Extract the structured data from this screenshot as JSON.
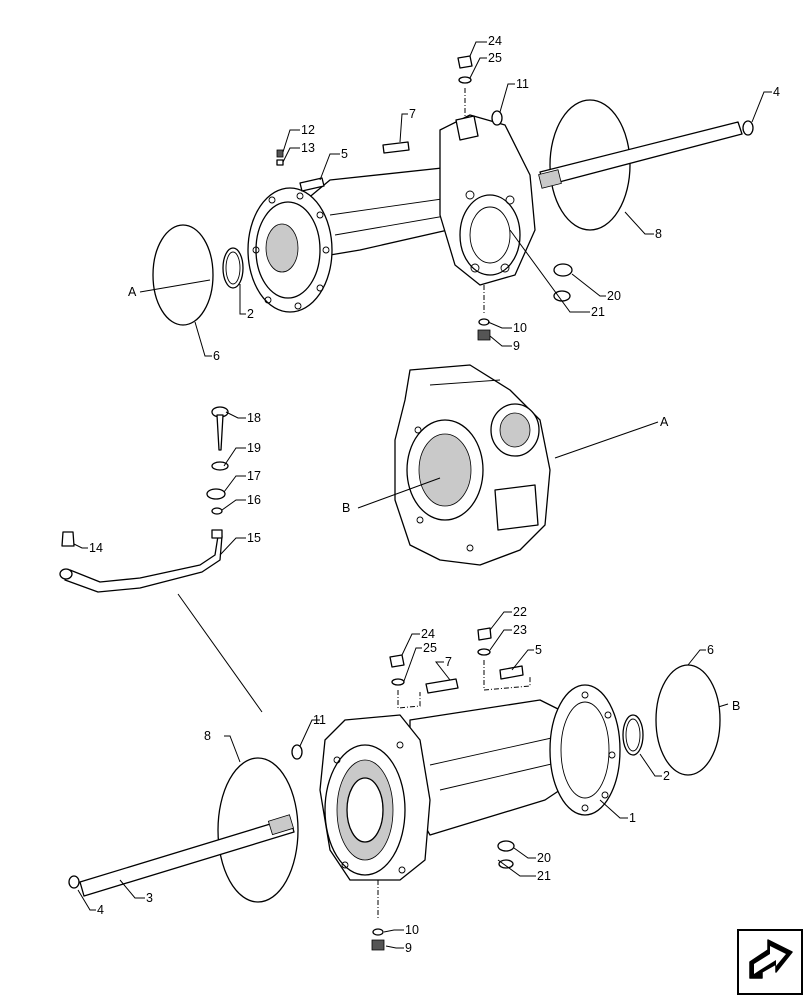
{
  "callouts": [
    {
      "id": "c24a",
      "text": "24"
    },
    {
      "id": "c25a",
      "text": "25"
    },
    {
      "id": "c11a",
      "text": "11"
    },
    {
      "id": "c4a",
      "text": "4"
    },
    {
      "id": "c7a",
      "text": "7"
    },
    {
      "id": "c12",
      "text": "12"
    },
    {
      "id": "c13",
      "text": "13"
    },
    {
      "id": "c5a",
      "text": "5"
    },
    {
      "id": "cAa",
      "text": "A"
    },
    {
      "id": "c2a",
      "text": "2"
    },
    {
      "id": "c6a",
      "text": "6"
    },
    {
      "id": "c8a",
      "text": "8"
    },
    {
      "id": "c20a",
      "text": "20"
    },
    {
      "id": "c21a",
      "text": "21"
    },
    {
      "id": "c10a",
      "text": "10"
    },
    {
      "id": "c9a",
      "text": "9"
    },
    {
      "id": "c18",
      "text": "18"
    },
    {
      "id": "c19",
      "text": "19"
    },
    {
      "id": "c17",
      "text": "17"
    },
    {
      "id": "c16",
      "text": "16"
    },
    {
      "id": "c15",
      "text": "15"
    },
    {
      "id": "c14",
      "text": "14"
    },
    {
      "id": "cAb",
      "text": "A"
    },
    {
      "id": "cBa",
      "text": "B"
    },
    {
      "id": "c24b",
      "text": "24"
    },
    {
      "id": "c25b",
      "text": "25"
    },
    {
      "id": "c22",
      "text": "22"
    },
    {
      "id": "c23",
      "text": "23"
    },
    {
      "id": "c7b",
      "text": "7"
    },
    {
      "id": "c5b",
      "text": "5"
    },
    {
      "id": "c6b",
      "text": "6"
    },
    {
      "id": "cBb",
      "text": "B"
    },
    {
      "id": "c11b",
      "text": "11"
    },
    {
      "id": "c8b",
      "text": "8"
    },
    {
      "id": "c2b",
      "text": "2"
    },
    {
      "id": "c1",
      "text": "1"
    },
    {
      "id": "c20b",
      "text": "20"
    },
    {
      "id": "c21b",
      "text": "21"
    },
    {
      "id": "c4b",
      "text": "4"
    },
    {
      "id": "c3",
      "text": "3"
    },
    {
      "id": "c10b",
      "text": "10"
    },
    {
      "id": "c9b",
      "text": "9"
    }
  ],
  "nav_icon": "arrow-navigation-icon"
}
